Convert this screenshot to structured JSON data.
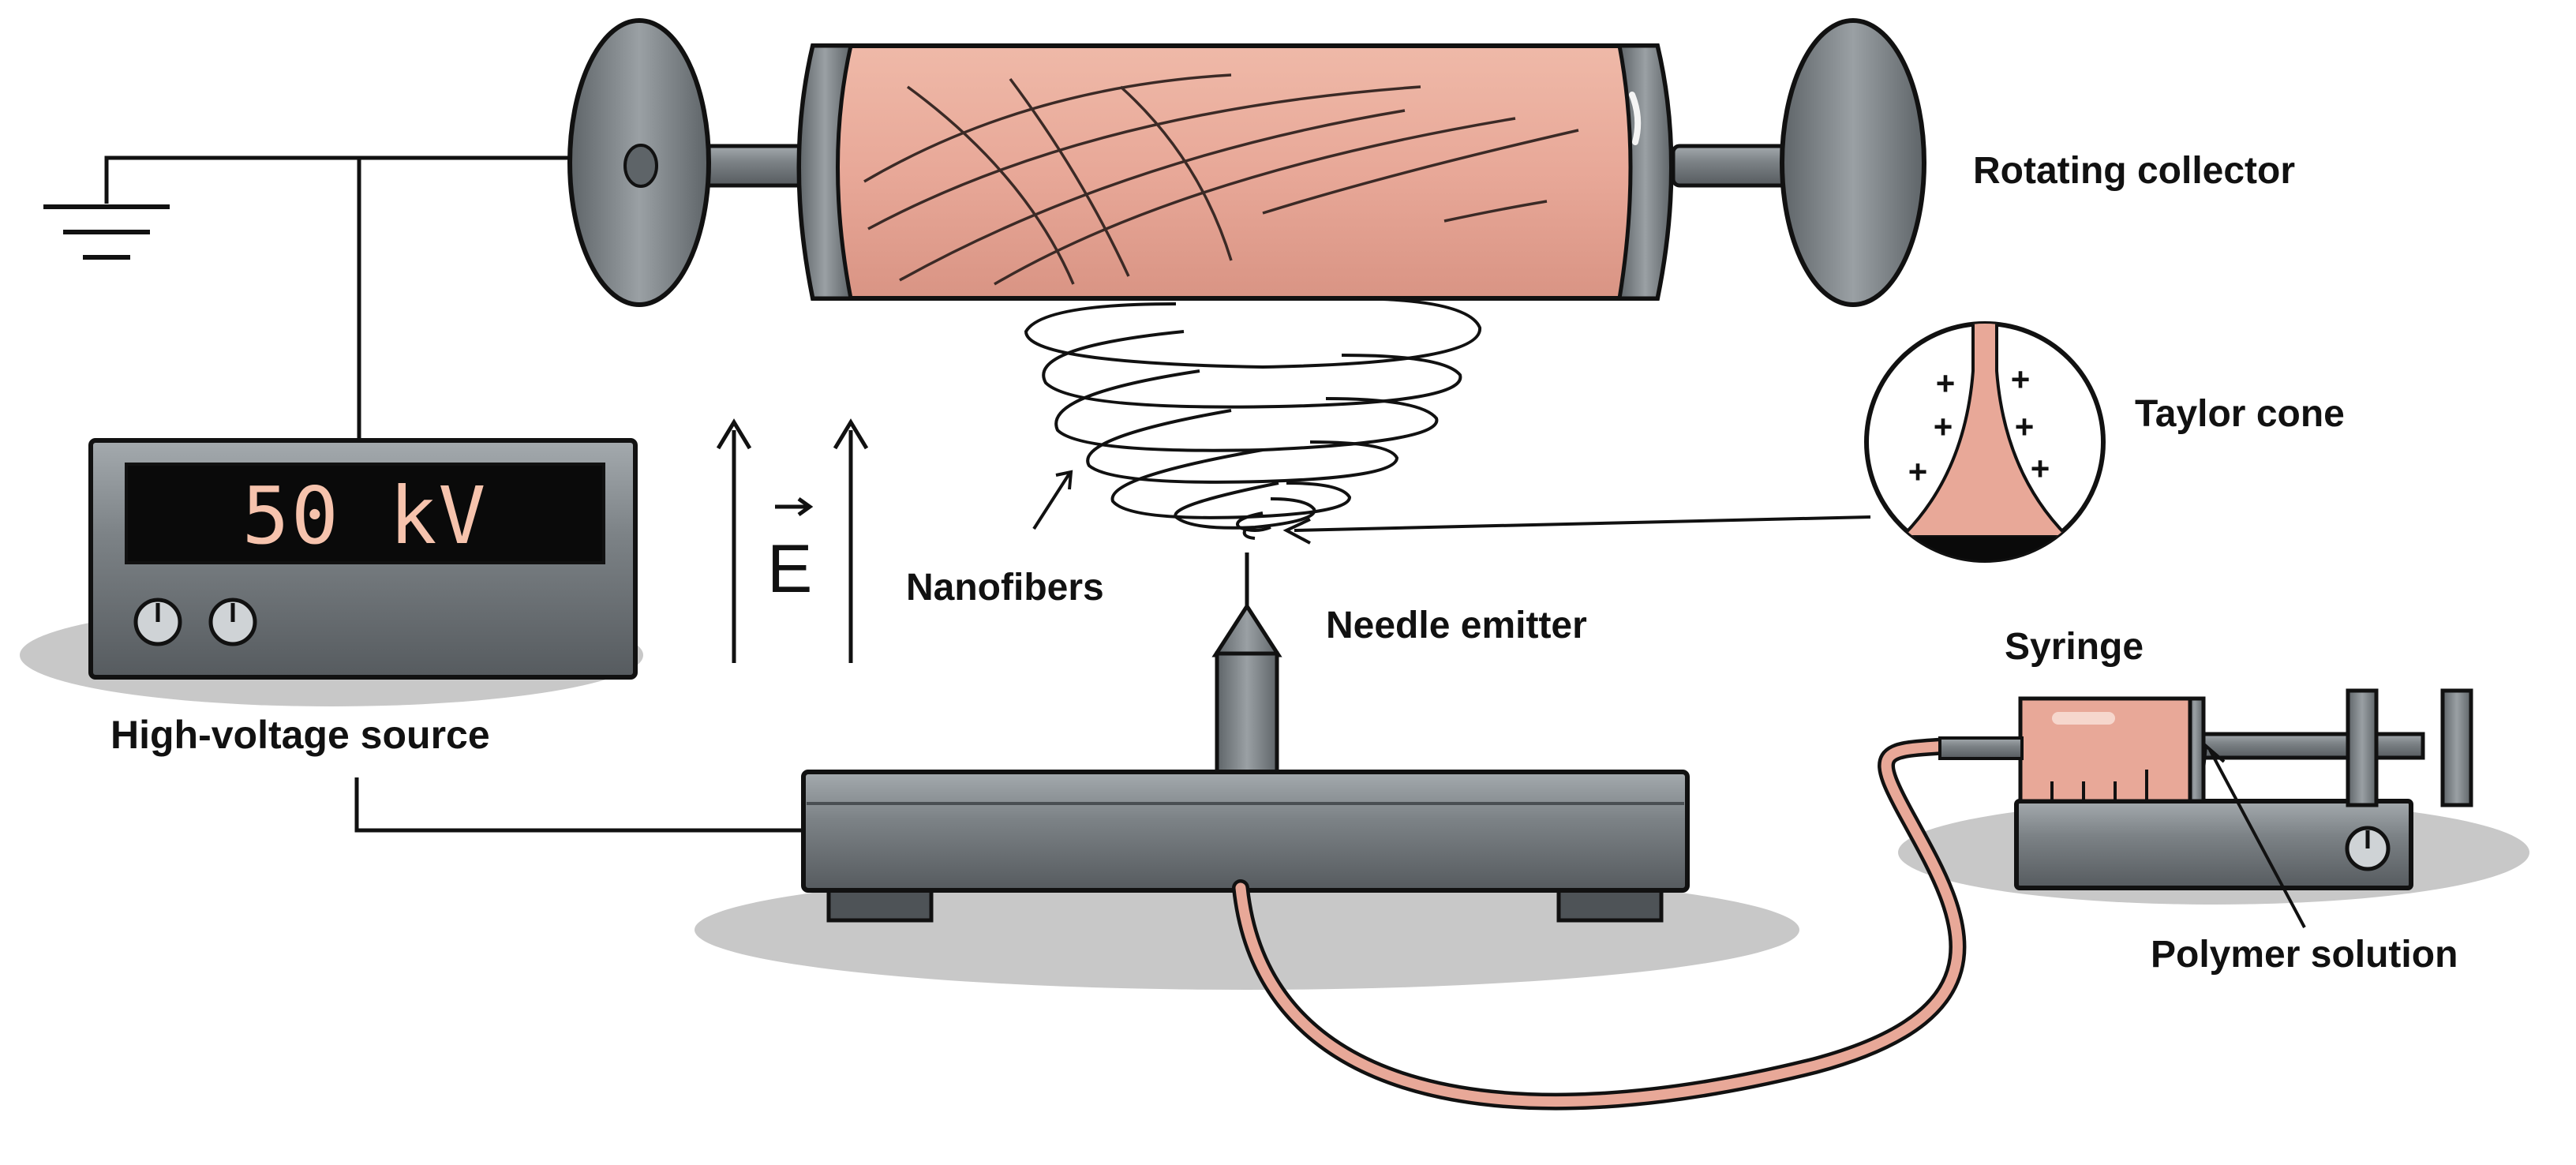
{
  "labels": {
    "rotating_collector": "Rotating collector",
    "taylor_cone": "Taylor cone",
    "nanofibers": "Nanofibers",
    "needle_emitter": "Needle emitter",
    "syringe": "Syringe",
    "high_voltage_source": "High-voltage source",
    "polymer_solution": "Polymer solution",
    "field_symbol": "E"
  },
  "display": {
    "voltage_readout": "50 kV"
  },
  "taylor_cone_charges": [
    "+",
    "+",
    "+",
    "+",
    "+",
    "+"
  ],
  "colors": {
    "polymer": "#e8a898",
    "metal": "#6e7478",
    "metal_light": "#9aa0a4",
    "shadow": "#c8c8c8",
    "lcd_bg": "#0a0a0a",
    "lcd_text": "#f6c3ad",
    "line": "#111111"
  }
}
